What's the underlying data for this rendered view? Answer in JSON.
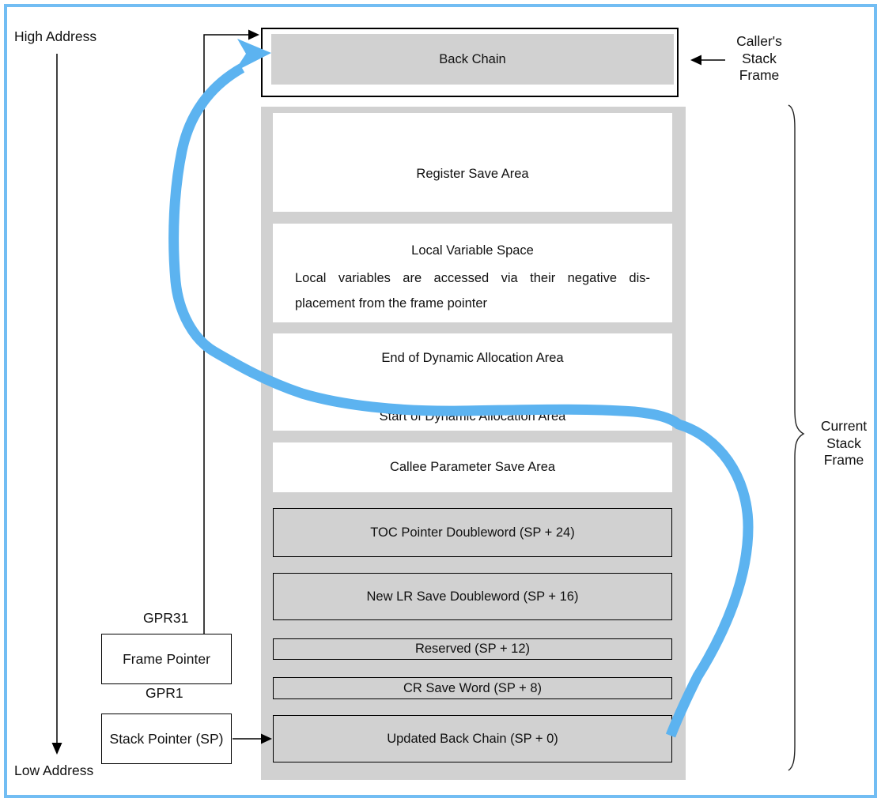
{
  "diagram": {
    "memory_direction": {
      "high_address": "High Address",
      "low_address": "Low Address"
    },
    "caller_box": {
      "label": "Back Chain"
    },
    "caller_annotation": {
      "lines": [
        "Caller's",
        "Stack",
        "Frame"
      ]
    },
    "current_annotation": {
      "lines": [
        "Current",
        "Stack",
        "Frame"
      ]
    },
    "registers": {
      "gpr31": "GPR31",
      "frame_pointer": "Frame Pointer",
      "gpr1": "GPR1",
      "stack_pointer": "Stack Pointer (SP)"
    },
    "stack_rows": [
      {
        "id": "register-save-area",
        "label": "Register Save Area",
        "style": "plain"
      },
      {
        "id": "local-variable-space",
        "label": "Local Variable Space",
        "note_line1": "Local variables are accessed via their negative dis-",
        "note_line2": "placement from the frame pointer",
        "style": "plain"
      },
      {
        "id": "dynamic-allocation-area",
        "label_top": "End of Dynamic Allocation Area",
        "label_bottom": "Start of Dynamic Allocation Area",
        "style": "plain"
      },
      {
        "id": "callee-parameter-save-area",
        "label": "Callee Parameter Save Area",
        "style": "plain"
      },
      {
        "id": "toc-pointer-doubleword",
        "label": "TOC Pointer Doubleword (SP + 24)",
        "style": "outlined"
      },
      {
        "id": "new-lr-save-doubleword",
        "label": "New LR Save Doubleword (SP + 16)",
        "style": "outlined"
      },
      {
        "id": "reserved",
        "label": "Reserved (SP + 12)",
        "style": "outlined"
      },
      {
        "id": "cr-save-word",
        "label": "CR Save Word (SP + 8)",
        "style": "outlined"
      },
      {
        "id": "updated-back-chain",
        "label": "Updated Back Chain (SP + 0)",
        "style": "outlined"
      }
    ],
    "colors": {
      "accent_blue_arrow": "#5CB3F0",
      "page_border_blue": "#72BDF3",
      "box_gray": "#D1D1D1",
      "line_black": "#000000"
    }
  }
}
